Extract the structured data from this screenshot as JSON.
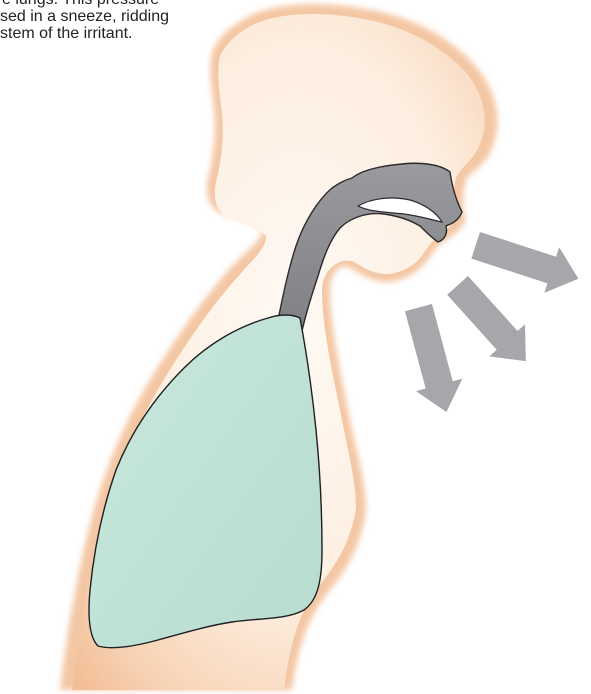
{
  "caption": {
    "lines": [
      "e lungs. This pressure",
      "sed in a sneeze, ridding",
      "stem of the irritant."
    ]
  },
  "colors": {
    "skin": "#f7dcc7",
    "skin_edge": "#f3c4a0",
    "lung": "#c2e3d9",
    "airway": "#8d8c90",
    "arrow": "#a7a5a9",
    "outline": "#2b2b2b"
  },
  "icons": {
    "arrows": "sneeze-arrow-icon"
  }
}
